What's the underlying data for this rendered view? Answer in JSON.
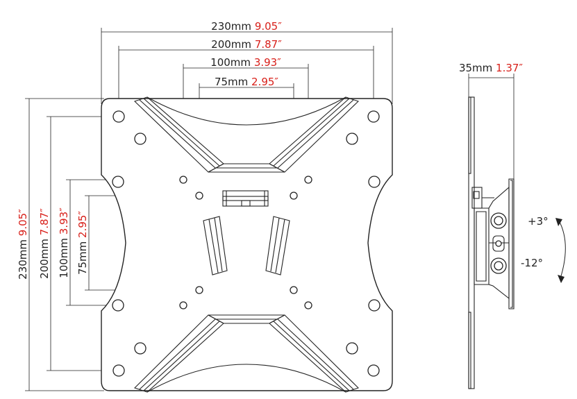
{
  "dimensions": {
    "w230": {
      "mm": "230mm",
      "inch": "9.05″"
    },
    "w200": {
      "mm": "200mm",
      "inch": "7.87″"
    },
    "w100": {
      "mm": "100mm",
      "inch": "3.93″"
    },
    "w75": {
      "mm": "75mm",
      "inch": "2.95″"
    },
    "h230": {
      "mm": "230mm",
      "inch": "9.05″"
    },
    "h200": {
      "mm": "200mm",
      "inch": "7.87″"
    },
    "h100": {
      "mm": "100mm",
      "inch": "3.93″"
    },
    "h75": {
      "mm": "75mm",
      "inch": "2.95″"
    },
    "depth": {
      "mm": "35mm",
      "inch": "1.37″"
    }
  },
  "tilt": {
    "up": "+3°",
    "down": "-12°"
  },
  "colors": {
    "inch_text": "#d8201a",
    "line": "#222222"
  }
}
